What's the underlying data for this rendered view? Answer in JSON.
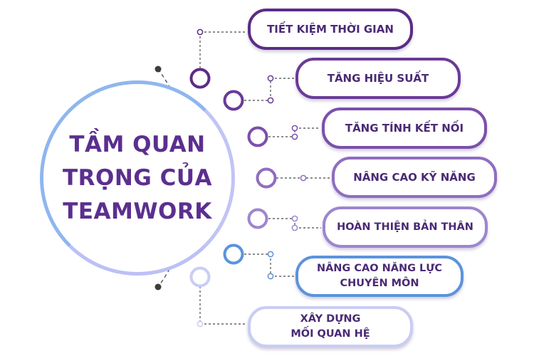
{
  "hub": {
    "title": "TẦM QUAN TRỌNG CỦA TEAMWORK"
  },
  "items": [
    {
      "label": "TIẾT KIỆM THỜI GIAN",
      "color": "#5b2c86"
    },
    {
      "label": "TĂNG HIỆU SUẤT",
      "color": "#6a3a98"
    },
    {
      "label": "TĂNG TÍNH KẾT NỐI",
      "color": "#7b4fab"
    },
    {
      "label": "NÂNG CAO KỸ NĂNG",
      "color": "#8f6dc1"
    },
    {
      "label": "HOÀN THIỆN BẢN THÂN",
      "color": "#9d86cf"
    },
    {
      "label": "NÂNG CAO NĂNG LỰC\nCHUYÊN MÔN",
      "color": "#5b93dc"
    },
    {
      "label": "XÂY DỰNG\nMỐI QUAN HỆ",
      "color": "#c9cdf3"
    }
  ],
  "colors": {
    "title_text": "#5b2f8f",
    "hub_ring": "#8fb6ef",
    "connector": "#666666"
  }
}
